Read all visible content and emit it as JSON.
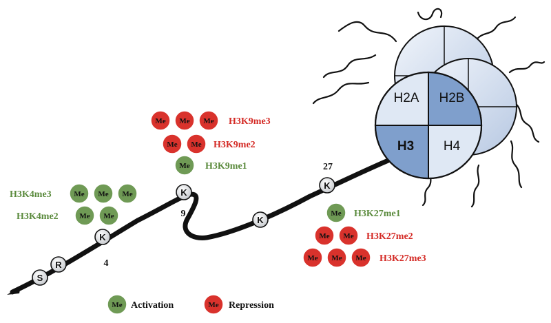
{
  "colors": {
    "activation": "#6f9a55",
    "repression": "#d9322c",
    "activation_text": "#5a8a3c",
    "repression_text": "#d42a25",
    "histone_light": "#dfe8f4",
    "histone_dark": "#7f9fcc",
    "backbone": "#111111"
  },
  "me_label": "Me",
  "histones": {
    "h2a": "H2A",
    "h2b": "H2B",
    "h3": "H3",
    "h4": "H4"
  },
  "residues": {
    "s": "S",
    "r": "R",
    "k4": "K",
    "k9": "K",
    "k_mid": "K",
    "k27": "K"
  },
  "positions": {
    "p4": "4",
    "p9": "9",
    "p27": "27"
  },
  "marks": {
    "h3k9me3": "H3K9me3",
    "h3k9me2": "H3K9me2",
    "h3k9me1": "H3K9me1",
    "h3k4me3": "H3K4me3",
    "h3k4me2": "H3K4me2",
    "h3k27me1": "H3K27me1",
    "h3k27me2": "H3K27me2",
    "h3k27me3": "H3K27me3"
  },
  "legend": {
    "activation": "Activation",
    "repression": "Repression"
  }
}
